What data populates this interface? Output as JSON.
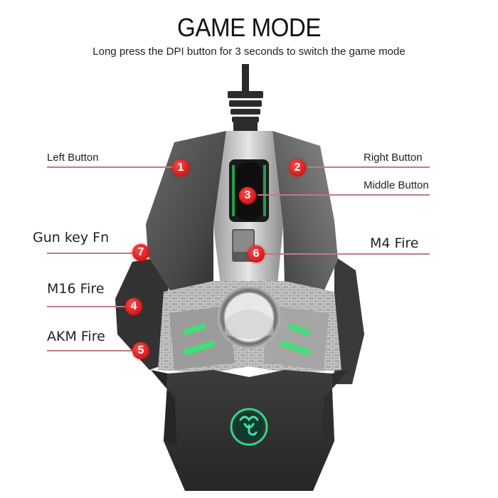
{
  "header": {
    "title": "GAME MODE",
    "subtitle": "Long press the DPI button for 3 seconds to switch the game mode"
  },
  "callouts": [
    {
      "number": "1",
      "label": "Left Button"
    },
    {
      "number": "2",
      "label": "Right Button"
    },
    {
      "number": "3",
      "label": "Middle Button"
    },
    {
      "number": "4",
      "label": "M16 Fire"
    },
    {
      "number": "5",
      "label": "AKM Fire"
    },
    {
      "number": "6",
      "label": "M4 Fire"
    },
    {
      "number": "7",
      "label": "Gun key Fn"
    }
  ],
  "colors": {
    "badge": "#d41c1c",
    "leader_line": "#c47a80",
    "led_green": "#3fe07a",
    "mouse_body": "#4a4a4a"
  },
  "product": {
    "logo_icon": "scorpion-logo-icon"
  }
}
